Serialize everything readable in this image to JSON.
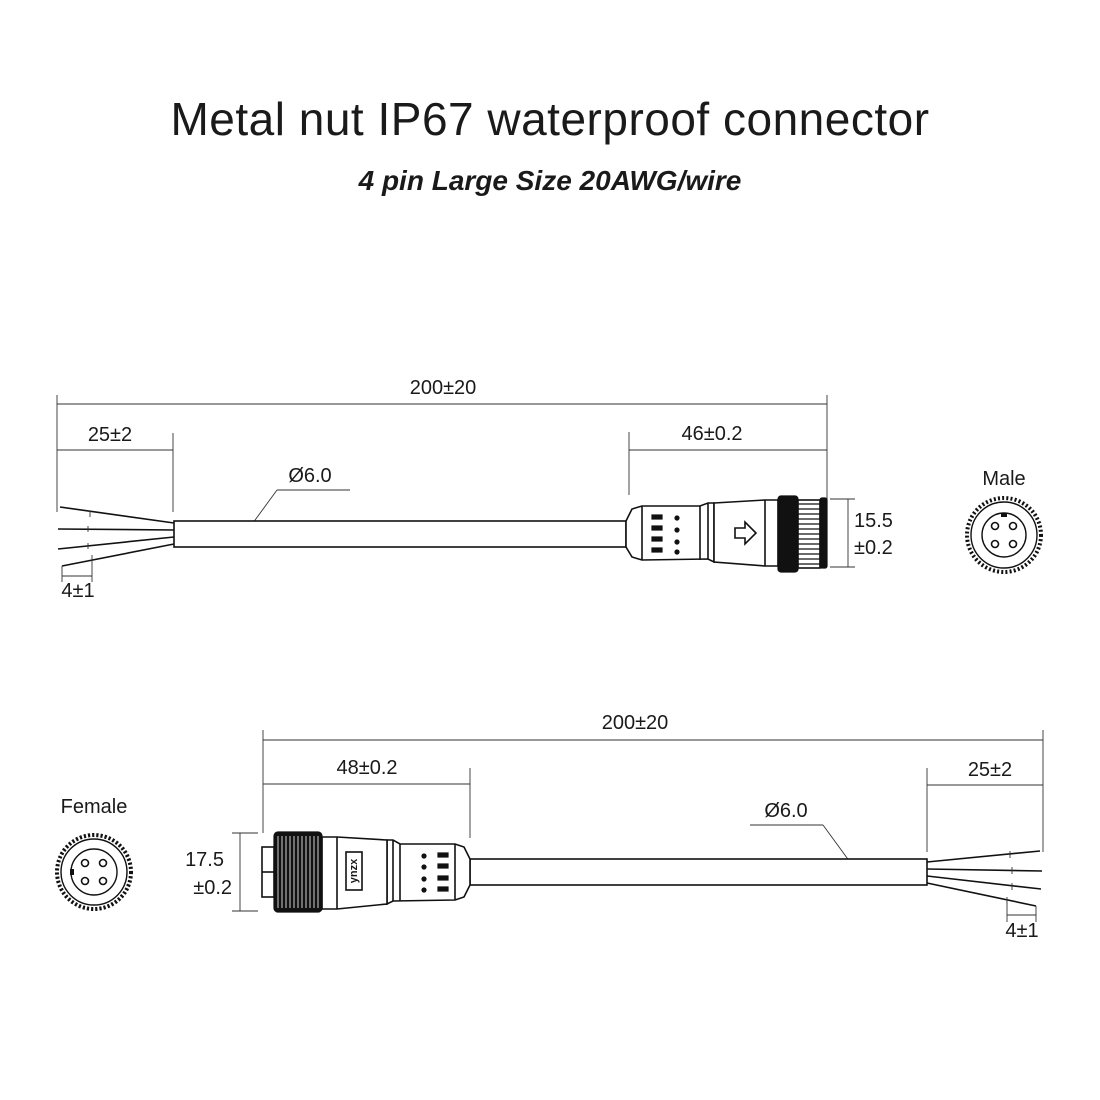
{
  "title": "Metal nut IP67 waterproof connector",
  "subtitle": "4 pin Large Size 20AWG/wire",
  "male_drawing": {
    "label": "Male",
    "overall_length": "200±20",
    "strip_length": "25±2",
    "connector_length": "46±0.2",
    "cable_diameter": "Ø6.0",
    "connector_diameter_value": "15.5",
    "connector_diameter_tol": "±0.2",
    "wire_strip": "4±1"
  },
  "female_drawing": {
    "label": "Female",
    "overall_length": "200±20",
    "strip_length": "25±2",
    "connector_length": "48±0.2",
    "cable_diameter": "Ø6.0",
    "connector_diameter_value": "17.5",
    "connector_diameter_tol": "±0.2",
    "wire_strip": "4±1",
    "brand_mark": "ynzx"
  }
}
